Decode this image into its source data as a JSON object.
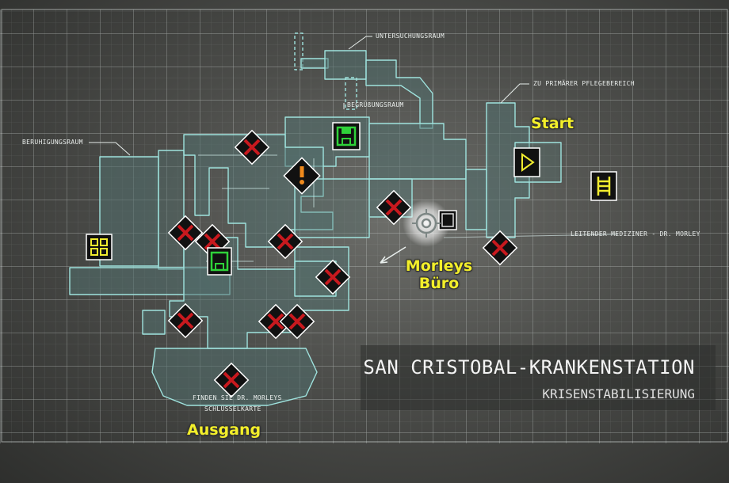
{
  "map": {
    "title": "SAN CRISTOBAL-KRANKENSTATION",
    "subtitle": "KRISENSTABILISIERUNG"
  },
  "labels": {
    "untersuchungsraum": "UNTERSUCHUNGSRAUM",
    "begruessungsraum": "BEGRÜßUNGSRAUM",
    "pflegebereich": "ZU PRIMÄRER PFLEGEBEREICH",
    "beruhigungsraum": "BERUHIGUNGSRAUM",
    "mediziner": "LEITENDER MEDIZINER - DR. MORLEY",
    "keycard_line1": "FINDEN SIE DR. MORLEYS",
    "keycard_line2": "SCHLÜSSELKARTE"
  },
  "markers": {
    "start": "Start",
    "office_line1": "Morleys",
    "office_line2": "Büro",
    "exit": "Ausgang"
  },
  "colors": {
    "grid": "#dfe6e4",
    "wall": "#9fe3de",
    "floor": "#52706e",
    "enemy": "#c8191e",
    "save": "#2fd23a",
    "objective": "#f1ec2e",
    "alert": "#f08a1c"
  },
  "icons": {
    "enemy": "red-x-enemy-icon",
    "save": "save-disk-icon",
    "start": "play-arrow-icon",
    "elevator": "ladder-icon",
    "inventory": "grid-box-icon",
    "alert": "exclamation-icon",
    "objective": "target-reticle-icon"
  }
}
